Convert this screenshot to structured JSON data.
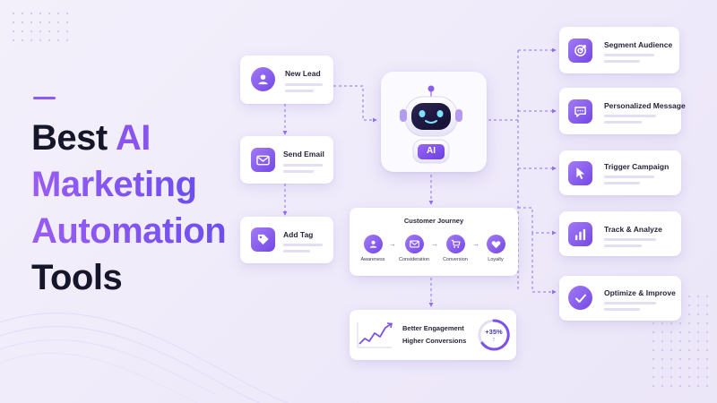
{
  "headline": {
    "line1_prefix": "Best ",
    "line1_accent": "AI",
    "line2": "Marketing",
    "line3": "Automation",
    "line4": "Tools"
  },
  "left_flow": [
    {
      "title": "New Lead",
      "icon": "user-icon"
    },
    {
      "title": "Send Email",
      "icon": "envelope-icon"
    },
    {
      "title": "Add Tag",
      "icon": "tag-icon"
    }
  ],
  "center": {
    "robot_badge": "AI",
    "journey_title": "Customer Journey",
    "journey_stages": [
      {
        "label": "Awareness",
        "icon": "user-icon"
      },
      {
        "label": "Consideration",
        "icon": "envelope-icon"
      },
      {
        "label": "Conversion",
        "icon": "cart-icon"
      },
      {
        "label": "Loyalty",
        "icon": "heart-icon"
      }
    ],
    "result_line1": "Better Engagement",
    "result_line2": "Higher Conversions",
    "result_percent": "+35%"
  },
  "right_actions": [
    {
      "title": "Segment Audience",
      "icon": "target-icon"
    },
    {
      "title": "Personalized Message",
      "icon": "chat-icon"
    },
    {
      "title": "Trigger Campaign",
      "icon": "cursor-icon"
    },
    {
      "title": "Track & Analyze",
      "icon": "bar-chart-icon"
    },
    {
      "title": "Optimize & Improve",
      "icon": "check-circle-icon"
    }
  ],
  "colors": {
    "accent": "#8a55ee",
    "accent_dark": "#6d4ef0",
    "background": "#f1edfa",
    "connector": "#8f72ea"
  }
}
